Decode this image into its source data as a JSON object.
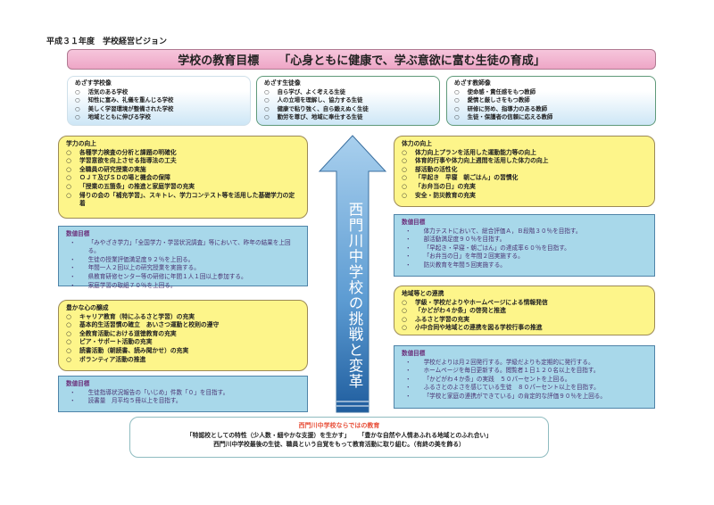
{
  "doc_title": "平成３１年度　学校経営ビジョン",
  "goal": {
    "label": "学校の教育目標",
    "text": "「心身ともに健康で、学ぶ意欲に富む生徒の育成」"
  },
  "visions": [
    {
      "title": "めざす学校像",
      "items": [
        "活気のある学校",
        "知性に富み、礼儀を重んじる学校",
        "美しく学習環境が整備された学校",
        "地域とともに伸びる学校"
      ]
    },
    {
      "title": "めざす生徒像",
      "items": [
        "自ら学び、よく考える生徒",
        "人の立場を理解し、協力する生徒",
        "健康で粘り強く、自ら鍛えぬく生徒",
        "勤労を尊び、地域に奉仕する生徒"
      ]
    },
    {
      "title": "めざす教師像",
      "items": [
        "使命感・責任感をもつ教師",
        "愛情と厳しさをもつ教師",
        "研修に努め、指導力のある教師",
        "生徒・保護者の信頼に応える教師"
      ]
    }
  ],
  "bullet_circle": "○",
  "bullet_dot": "・",
  "left": {
    "academic": {
      "title": "学力の向上",
      "items": [
        "各種学力検査の分析と課題の明確化",
        "学習意欲を向上させる指導法の工夫",
        "全職員の研究授業の実施",
        "ＯＪＴ及びＳＤの場と機会の保障",
        "「授業の五箇条」の推進と家庭学習の充実",
        "帰りの会の「補充学習」、スキトレ、学力コンテスト等を活用した基礎学力の定着"
      ]
    },
    "academic_targets": {
      "title": "数値目標",
      "items": [
        "「みやざき学力」「全国学力・学習状況調査」等において、昨年の結果を上回る。",
        "生徒の授業評価満足度９２％を上回る。",
        "年間一人２回以上の研究授業を実施する。",
        "県教育研修センター等の研修に年間１人１回以上参加する。",
        "家庭学習の取組７０％を上回る。"
      ]
    },
    "heart": {
      "title": "豊かな心の醸成",
      "items": [
        "キャリア教育（特にふるさと学習）の充実",
        "基本的生活習慣の確立　あいさつ運動と校則の遵守",
        "全教育活動における道徳教育の充実",
        "ピア・サポート活動の充実",
        "読書活動（朝読書、読み聞かせ）の充実",
        "ボランティア活動の推進"
      ]
    },
    "heart_targets": {
      "title": "数値目標",
      "items": [
        "生徒指導状況報告の「いじめ」件数「０」を目指す。",
        "読書量　月平均５冊以上を目指す。"
      ]
    }
  },
  "right": {
    "physical": {
      "title": "体力の向上",
      "items": [
        "体力向上プランを活用した運動能力等の向上",
        "体育的行事や体力向上週間を活用した体力の向上",
        "部活動の活性化",
        "「早起き　早寝　朝ごはん」の習慣化",
        "「お弁当の日」の充実",
        "安全・防災教育の充実"
      ]
    },
    "physical_targets": {
      "title": "数値目標",
      "items": [
        "体力テストにおいて、総合評価Ａ，Ｂ段階３０％を目指す。",
        "部活動満足度９０％を目指す。",
        "「早起き・早寝・朝ごはん」の達成率６０％を目指す。",
        "「お弁当の日」を年間２回実施する。",
        "防災教育を年間５回実施する。"
      ]
    },
    "community": {
      "title": "地域等との連携",
      "items": [
        "学級・学校だよりやホームページによる情報発信",
        "「かどがわ４か条」の啓発と推進",
        "ふるさと学習の充実",
        "小中合同や地域との連携を図る学校行事の推進"
      ]
    },
    "community_targets": {
      "title": "数値目標",
      "items": [
        "学校だよりは月２回発行する。学級だよりも定期的に発行する。",
        "ホームページを毎日更新する。閲覧者１日１２０名以上を目指す。",
        "「かどがわ４か条」の実践　５０パーセントを上回る。",
        "ふるさとのよさを感じている生徒　８０パーセント以上を目指す。",
        "「学校と家庭の連携ができている」の肯定的な評価９０％を上回る。"
      ]
    }
  },
  "arrow_text": "西門川中学校の挑戦と変革",
  "bottom": {
    "title": "西門川中学校ならではの教育",
    "line1a": "「特認校としての特性（少人数・細やかな支援）を生かす」",
    "line1b": "「豊かな自然や人情あふれる地域とのふれ合い」",
    "line2": "西門川中学校最後の生徒、職員という自覚をもって教育活動に取り組む。（有終の美を飾る）"
  },
  "colors": {
    "banner": "#f0b0cc",
    "yellow": "#fdf58a",
    "blue": "#a8d8ea",
    "arrow": "#3f86c4",
    "accent": "#e8503a"
  }
}
